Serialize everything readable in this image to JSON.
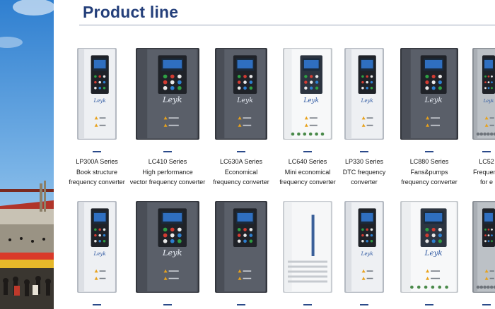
{
  "page_title": "Product line",
  "products_row1": [
    {
      "name": "LP300A Series",
      "line2": "Book structure",
      "line3": "frequency converter",
      "style": "silver",
      "logo": "Leyk"
    },
    {
      "name": "LC410 Series",
      "line2": "High performance",
      "line3": "vector frequency converter",
      "style": "dark",
      "logo": "Leyk"
    },
    {
      "name": "LC630A Series",
      "line2": "Economical",
      "line3": "frequency converter",
      "style": "dark",
      "logo": "Leyk"
    },
    {
      "name": "LC640  Series",
      "line2": "Mini economical",
      "line3": "frequency converter",
      "style": "white",
      "logo": "Leyk"
    },
    {
      "name": "LP330  Series",
      "line2": "DTC frequency",
      "line3": "converter",
      "style": "silver",
      "logo": "Leyk"
    },
    {
      "name": "LC880  Series",
      "line2": "Fans&pumps",
      "line3": "frequency converter",
      "style": "dark",
      "logo": "Leyk"
    },
    {
      "name": "LC52",
      "line2": "Frequenc",
      "line3": "for e",
      "style": "steel",
      "logo": "Leyk"
    }
  ],
  "products_row2": [
    {
      "style": "silver",
      "logo": "Leyk"
    },
    {
      "style": "dark",
      "logo": "Leyk"
    },
    {
      "style": "dark",
      "logo": ""
    },
    {
      "style": "cabinet",
      "logo": ""
    },
    {
      "style": "silver",
      "logo": "Leyk"
    },
    {
      "style": "white",
      "logo": "Leyk"
    },
    {
      "style": "steel",
      "logo": ""
    }
  ],
  "colors": {
    "title": "#243f7a",
    "accent_dash": "#2b4a8a"
  }
}
